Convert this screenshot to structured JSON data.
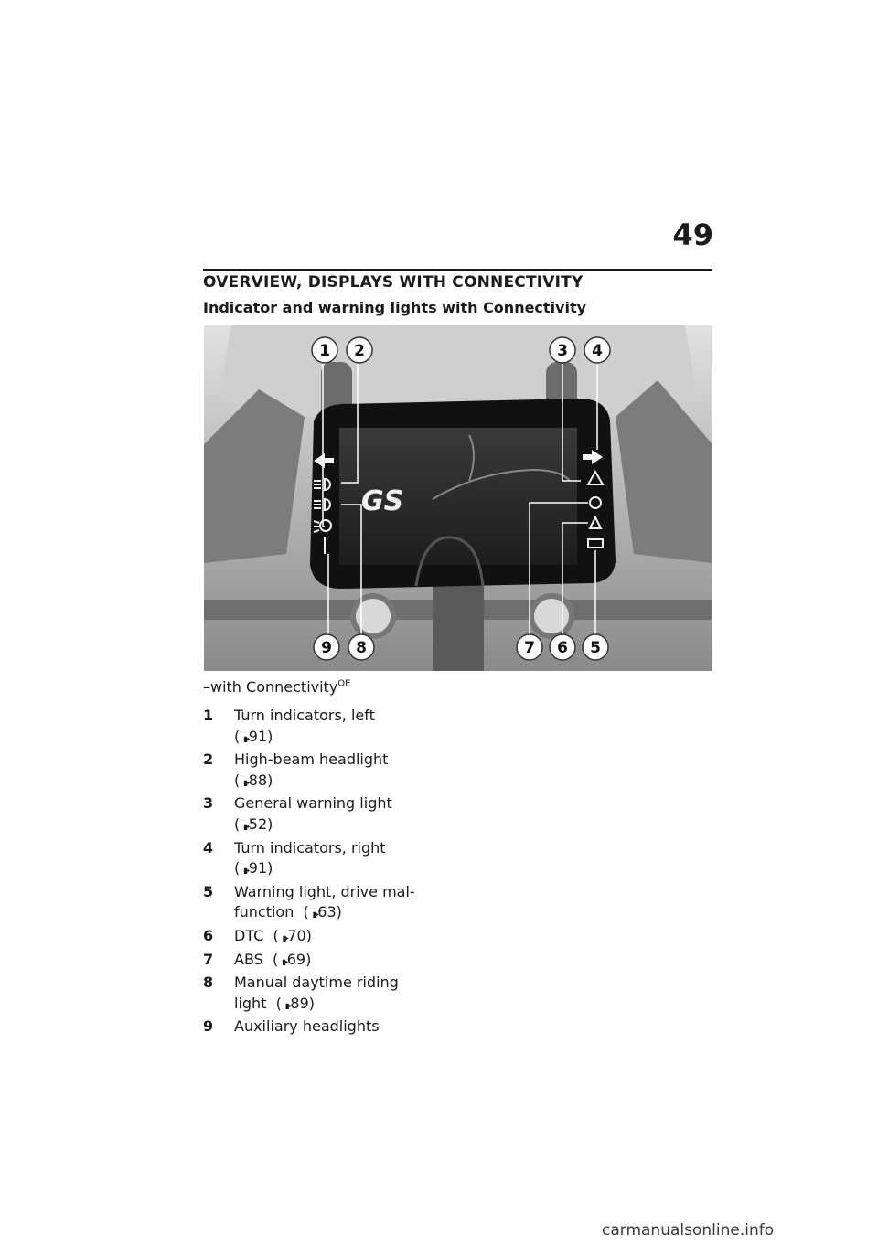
{
  "page_number": "49",
  "section_title": "OVERVIEW, DISPLAYS WITH CONNECTIVITY",
  "subtitle": "Indicator and warning lights with Connectivity",
  "figure": {
    "callouts_top": [
      "1",
      "2",
      "3",
      "4"
    ],
    "callouts_bottom": [
      "9",
      "8",
      "7",
      "6",
      "5"
    ],
    "logo_text": "GS"
  },
  "caption": {
    "text": "–with Connectivity",
    "sup": "OE"
  },
  "legend": [
    {
      "num": "1",
      "line1": "Turn indicators, left",
      "ref_prefix": "(",
      "ref": "91)",
      "ref_on_new_line": true
    },
    {
      "num": "2",
      "line1": "High-beam headlight",
      "ref_prefix": "(",
      "ref": "88)",
      "ref_on_new_line": true
    },
    {
      "num": "3",
      "line1": "General warning light",
      "ref_prefix": "(",
      "ref": "52)",
      "ref_on_new_line": true
    },
    {
      "num": "4",
      "line1": "Turn indicators, right",
      "ref_prefix": "(",
      "ref": "91)",
      "ref_on_new_line": true
    },
    {
      "num": "5",
      "line1": "Warning light, drive mal-",
      "line2": "function",
      "ref_prefix": "(",
      "ref": "63)"
    },
    {
      "num": "6",
      "line1": "DTC",
      "ref_prefix": "(",
      "ref": "70)"
    },
    {
      "num": "7",
      "line1": "ABS",
      "ref_prefix": "(",
      "ref": "69)"
    },
    {
      "num": "8",
      "line1": "Manual daytime riding",
      "line2": "light",
      "ref_prefix": "(",
      "ref": "89)"
    },
    {
      "num": "9",
      "line1": "Auxiliary headlights"
    }
  ],
  "watermark": "carmanualsonline.info"
}
